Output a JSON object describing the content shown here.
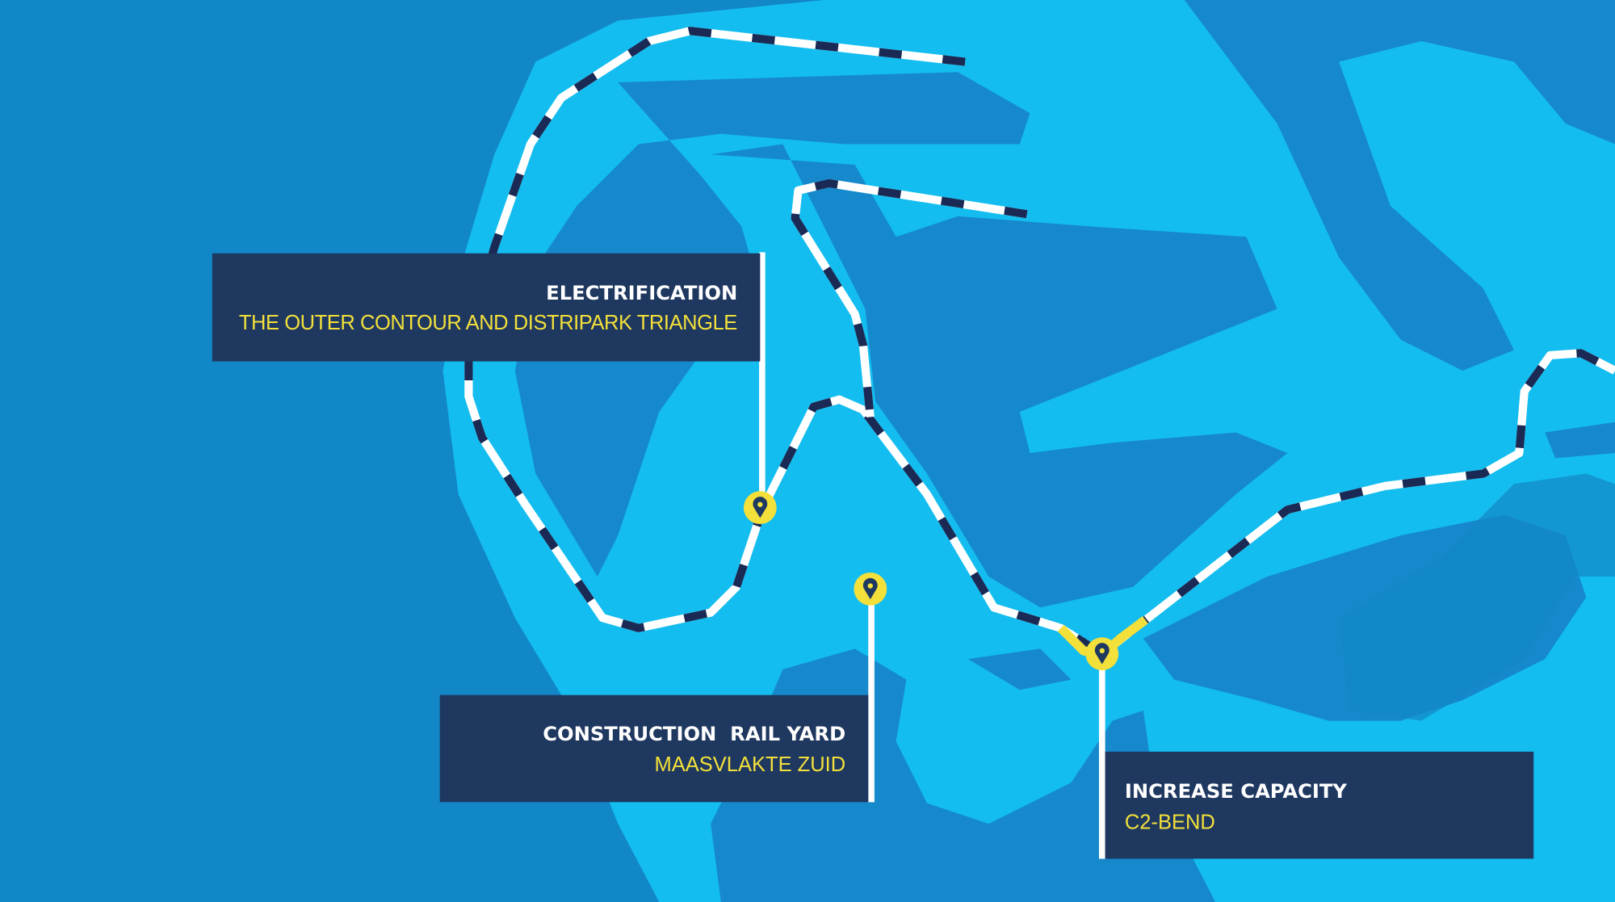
{
  "colors": {
    "sea": "#1287c8",
    "water": "#14bdef",
    "land": "#1589cc",
    "label_box": "#1f3860",
    "accent_yellow": "#f3e03a",
    "rail_dark": "#1a2a55",
    "rail_white": "#ffffff"
  },
  "callouts": [
    {
      "title": "ELECTRIFICATION",
      "subtitle": "THE OUTER CONTOUR AND DISTRIPARK TRIANGLE",
      "icon": "map-pin-icon"
    },
    {
      "title": "CONSTRUCTION  RAIL YARD",
      "subtitle": "MAASVLAKTE ZUID",
      "icon": "map-pin-icon"
    },
    {
      "title": "INCREASE CAPACITY",
      "subtitle": "C2-BEND",
      "icon": "map-pin-icon"
    }
  ]
}
